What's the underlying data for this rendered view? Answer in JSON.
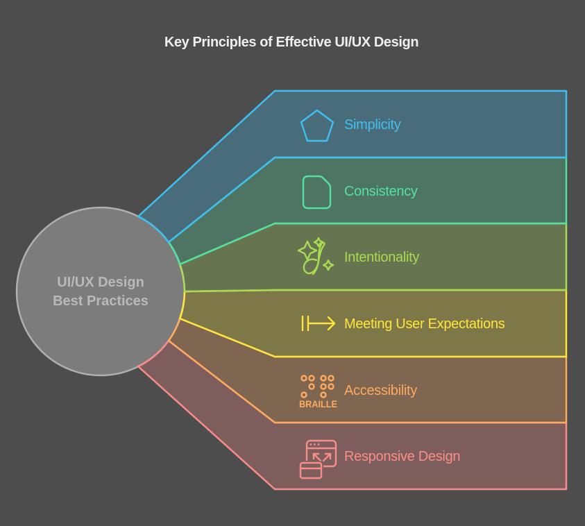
{
  "title": "Key Principles of Effective UI/UX Design",
  "title_color": "#efefef",
  "background_color": "#4d4d4d",
  "center_node": {
    "line1": "UI/UX Design",
    "line2": "Best Practices",
    "fill": "#7c7c7c",
    "border": "#b0b0b0",
    "text_color": "#b9b9b9"
  },
  "bands": [
    {
      "label": "Simplicity",
      "color": "#41bff2",
      "icon": "pentagon-icon"
    },
    {
      "label": "Consistency",
      "color": "#53e0a0",
      "icon": "rounded-page-icon"
    },
    {
      "label": "Intentionality",
      "color": "#a9db55",
      "icon": "sparkle-script-d-icon"
    },
    {
      "label": "Meeting User Expectations",
      "color": "#ffe63c",
      "icon": "mapsto-arrow-icon"
    },
    {
      "label": "Accessibility",
      "color": "#feaa5f",
      "icon": "braille-icon",
      "icon_text": "BRAILLE"
    },
    {
      "label": "Responsive Design",
      "color": "#fa8d89",
      "icon": "responsive-windows-icon"
    }
  ]
}
